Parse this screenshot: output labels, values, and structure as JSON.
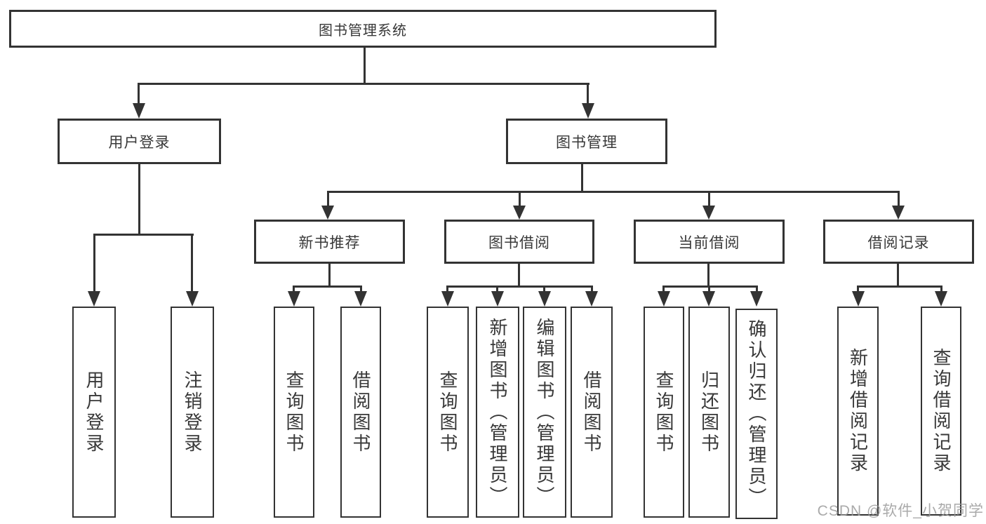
{
  "diagram": {
    "type": "hierarchy-tree",
    "nodes": {
      "root": "图书管理系统",
      "userLogin": "用户登录",
      "bookMgmt": "图书管理",
      "userLoginLeaf": "用户登录",
      "logoutLeaf": "注销登录",
      "newBookRec": "新书推荐",
      "bookBorrow": "图书借阅",
      "currentBorrow": "当前借阅",
      "borrowRecord": "借阅记录",
      "nbrQueryBook": "查询图书",
      "nbrBorrowBook": "借阅图书",
      "bbQueryBook": "查询图书",
      "bbAddBook": "新增图书（管理员）",
      "bbEditBook": "编辑图书（管理员）",
      "bbBorrowBook": "借阅图书",
      "cbQueryBook": "查询图书",
      "cbReturnBook": "归还图书",
      "cbConfirmReturn": "确认归还（管理员）",
      "brAddRecord": "新增借阅记录",
      "brQueryRecord": "查询借阅记录"
    },
    "edges": [
      [
        "图书管理系统",
        "用户登录"
      ],
      [
        "图书管理系统",
        "图书管理"
      ],
      [
        "用户登录",
        "用户登录"
      ],
      [
        "用户登录",
        "注销登录"
      ],
      [
        "图书管理",
        "新书推荐"
      ],
      [
        "图书管理",
        "图书借阅"
      ],
      [
        "图书管理",
        "当前借阅"
      ],
      [
        "图书管理",
        "借阅记录"
      ],
      [
        "新书推荐",
        "查询图书"
      ],
      [
        "新书推荐",
        "借阅图书"
      ],
      [
        "图书借阅",
        "查询图书"
      ],
      [
        "图书借阅",
        "新增图书（管理员）"
      ],
      [
        "图书借阅",
        "编辑图书（管理员）"
      ],
      [
        "图书借阅",
        "借阅图书"
      ],
      [
        "当前借阅",
        "查询图书"
      ],
      [
        "当前借阅",
        "归还图书"
      ],
      [
        "当前借阅",
        "确认归还（管理员）"
      ],
      [
        "借阅记录",
        "新增借阅记录"
      ],
      [
        "借阅记录",
        "查询借阅记录"
      ]
    ],
    "colors": {
      "line": "#333333",
      "node_border": "#333333",
      "node_fill": "#ffffff",
      "text": "#383838",
      "watermark": "#9b9b9b",
      "background": "#ffffff"
    }
  },
  "watermark": "CSDN @软件_小贺同学"
}
